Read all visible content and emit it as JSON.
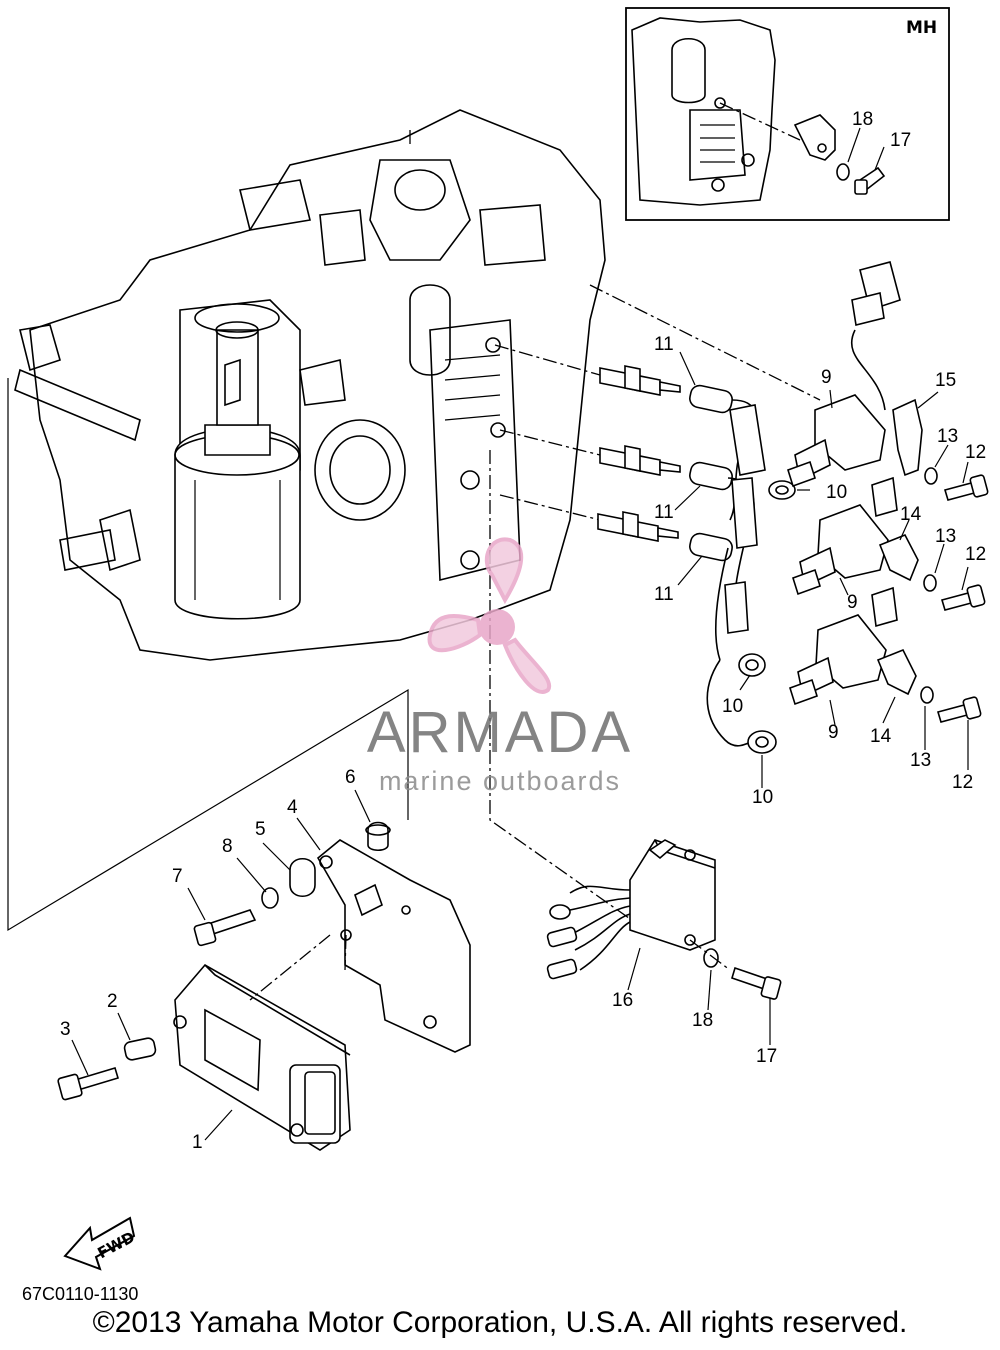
{
  "inset": {
    "tag": "MH"
  },
  "callouts": [
    {
      "text": "1"
    },
    {
      "text": "2"
    },
    {
      "text": "3"
    },
    {
      "text": "4"
    },
    {
      "text": "5"
    },
    {
      "text": "6"
    },
    {
      "text": "7"
    },
    {
      "text": "8"
    },
    {
      "text": "9"
    },
    {
      "text": "9"
    },
    {
      "text": "9"
    },
    {
      "text": "10"
    },
    {
      "text": "10"
    },
    {
      "text": "10"
    },
    {
      "text": "11"
    },
    {
      "text": "11"
    },
    {
      "text": "11"
    },
    {
      "text": "12"
    },
    {
      "text": "12"
    },
    {
      "text": "12"
    },
    {
      "text": "13"
    },
    {
      "text": "13"
    },
    {
      "text": "13"
    },
    {
      "text": "14"
    },
    {
      "text": "14"
    },
    {
      "text": "15"
    },
    {
      "text": "16"
    },
    {
      "text": "17"
    },
    {
      "text": "17"
    },
    {
      "text": "18"
    },
    {
      "text": "18"
    }
  ],
  "watermark": {
    "title": "ARMADA",
    "subtitle": "marine outboards",
    "color": "#e8a6c8"
  },
  "fwd_label": "FWD",
  "diagram_code": "67C0110-1130",
  "copyright": "©2013 Yamaha Motor Corporation, U.S.A. All rights reserved."
}
